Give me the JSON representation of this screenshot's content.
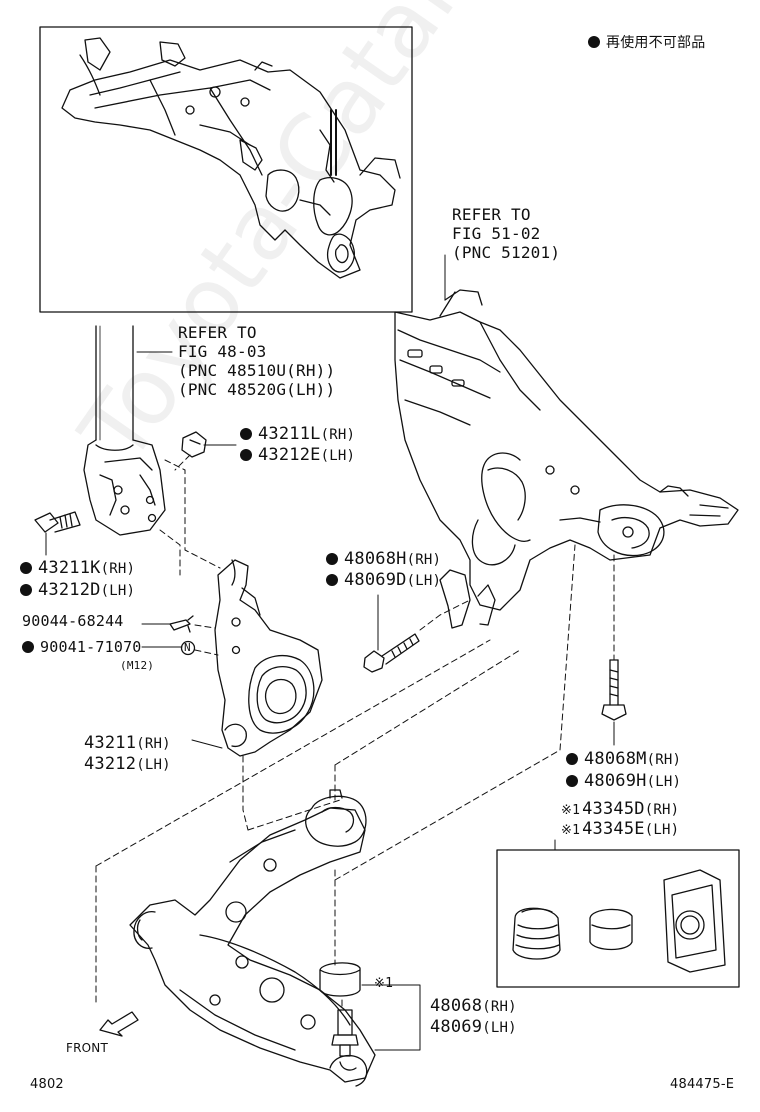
{
  "legend": {
    "symbol": "●",
    "text": "再使用不可部品"
  },
  "refer_fig51": [
    "REFER TO",
    "FIG 51-02",
    "(PNC 51201)"
  ],
  "refer_fig48": [
    "REFER TO",
    "FIG 48-03",
    "(PNC 48510U(RH))",
    "(PNC 48520G(LH))"
  ],
  "parts": {
    "p43211L": {
      "num": "43211L",
      "side": "(RH)"
    },
    "p43212E": {
      "num": "43212E",
      "side": "(LH)"
    },
    "p43211K": {
      "num": "43211K",
      "side": "(RH)"
    },
    "p43212D": {
      "num": "43212D",
      "side": "(LH)"
    },
    "p48068H": {
      "num": "48068H",
      "side": "(RH)"
    },
    "p48069D": {
      "num": "48069D",
      "side": "(LH)"
    },
    "p90044": {
      "num": "90044-68244"
    },
    "p90041": {
      "num": "90041-71070",
      "note": "(M12)"
    },
    "p43211": {
      "num": "43211",
      "side": "(RH)"
    },
    "p43212": {
      "num": "43212",
      "side": "(LH)"
    },
    "p48068M": {
      "num": "48068M",
      "side": "(RH)"
    },
    "p48069H": {
      "num": "48069H",
      "side": "(LH)"
    },
    "p43345D": {
      "mark": "※1",
      "num": "43345D",
      "side": "(RH)"
    },
    "p43345E": {
      "mark": "※1",
      "num": "43345E",
      "side": "(LH)"
    },
    "mark1": "※1",
    "p48068": {
      "num": "48068",
      "side": "(RH)"
    },
    "p48069": {
      "num": "48069",
      "side": "(LH)"
    }
  },
  "nut_letter": "N",
  "front_label": "FRONT",
  "footer": {
    "left": "4802",
    "right": "484475-E"
  },
  "watermark": "Toyota-Catalogue.ru"
}
